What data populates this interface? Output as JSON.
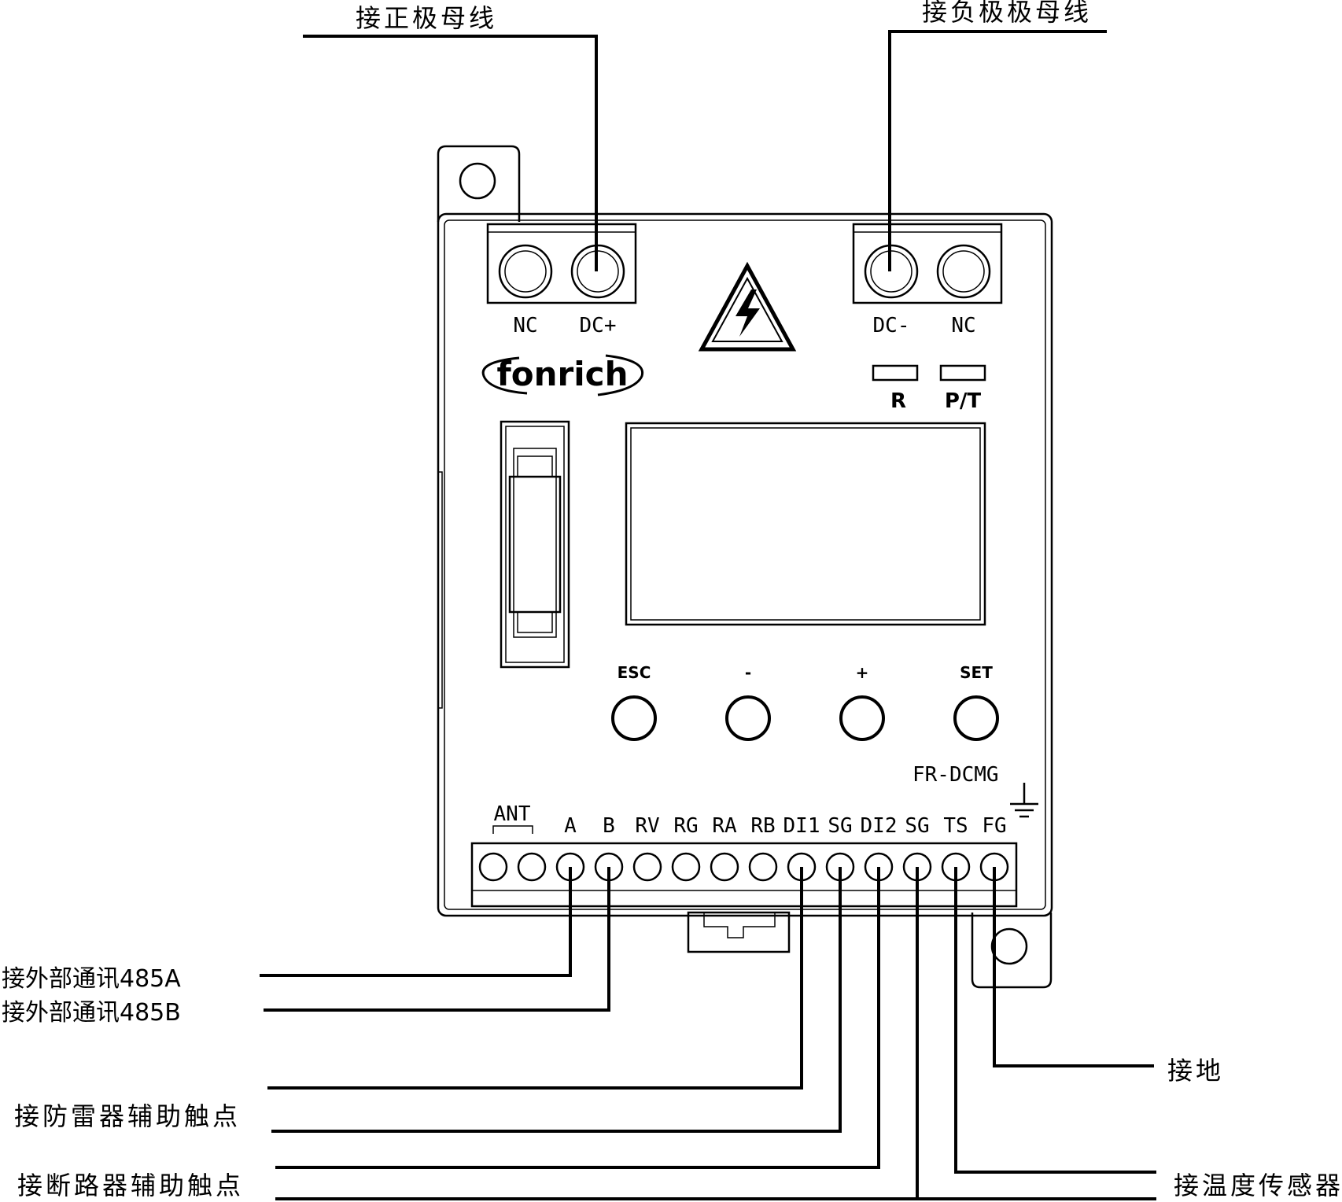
{
  "device": {
    "brand": "fonrich",
    "model": "FR-DCMG"
  },
  "top_terminals": {
    "left": [
      "NC",
      "DC+"
    ],
    "right": [
      "DC-",
      "NC"
    ]
  },
  "indicators": [
    "R",
    "P/T"
  ],
  "buttons": [
    "ESC",
    "-",
    "+",
    "SET"
  ],
  "bottom_terminals": {
    "ant_label": "ANT",
    "labels": [
      "A",
      "B",
      "RV",
      "RG",
      "RA",
      "RB",
      "DI1",
      "SG",
      "DI2",
      "SG",
      "TS",
      "FG"
    ]
  },
  "callouts": {
    "positive_bus": "接正极母线",
    "negative_bus": "接负极极母线",
    "rs485_a": "接外部通讯485A",
    "rs485_b": "接外部通讯485B",
    "surge_aux": "接防雷器辅助触点",
    "breaker_aux": "接断路器辅助触点",
    "ground": "接地",
    "temp_sensor": "接温度传感器"
  }
}
